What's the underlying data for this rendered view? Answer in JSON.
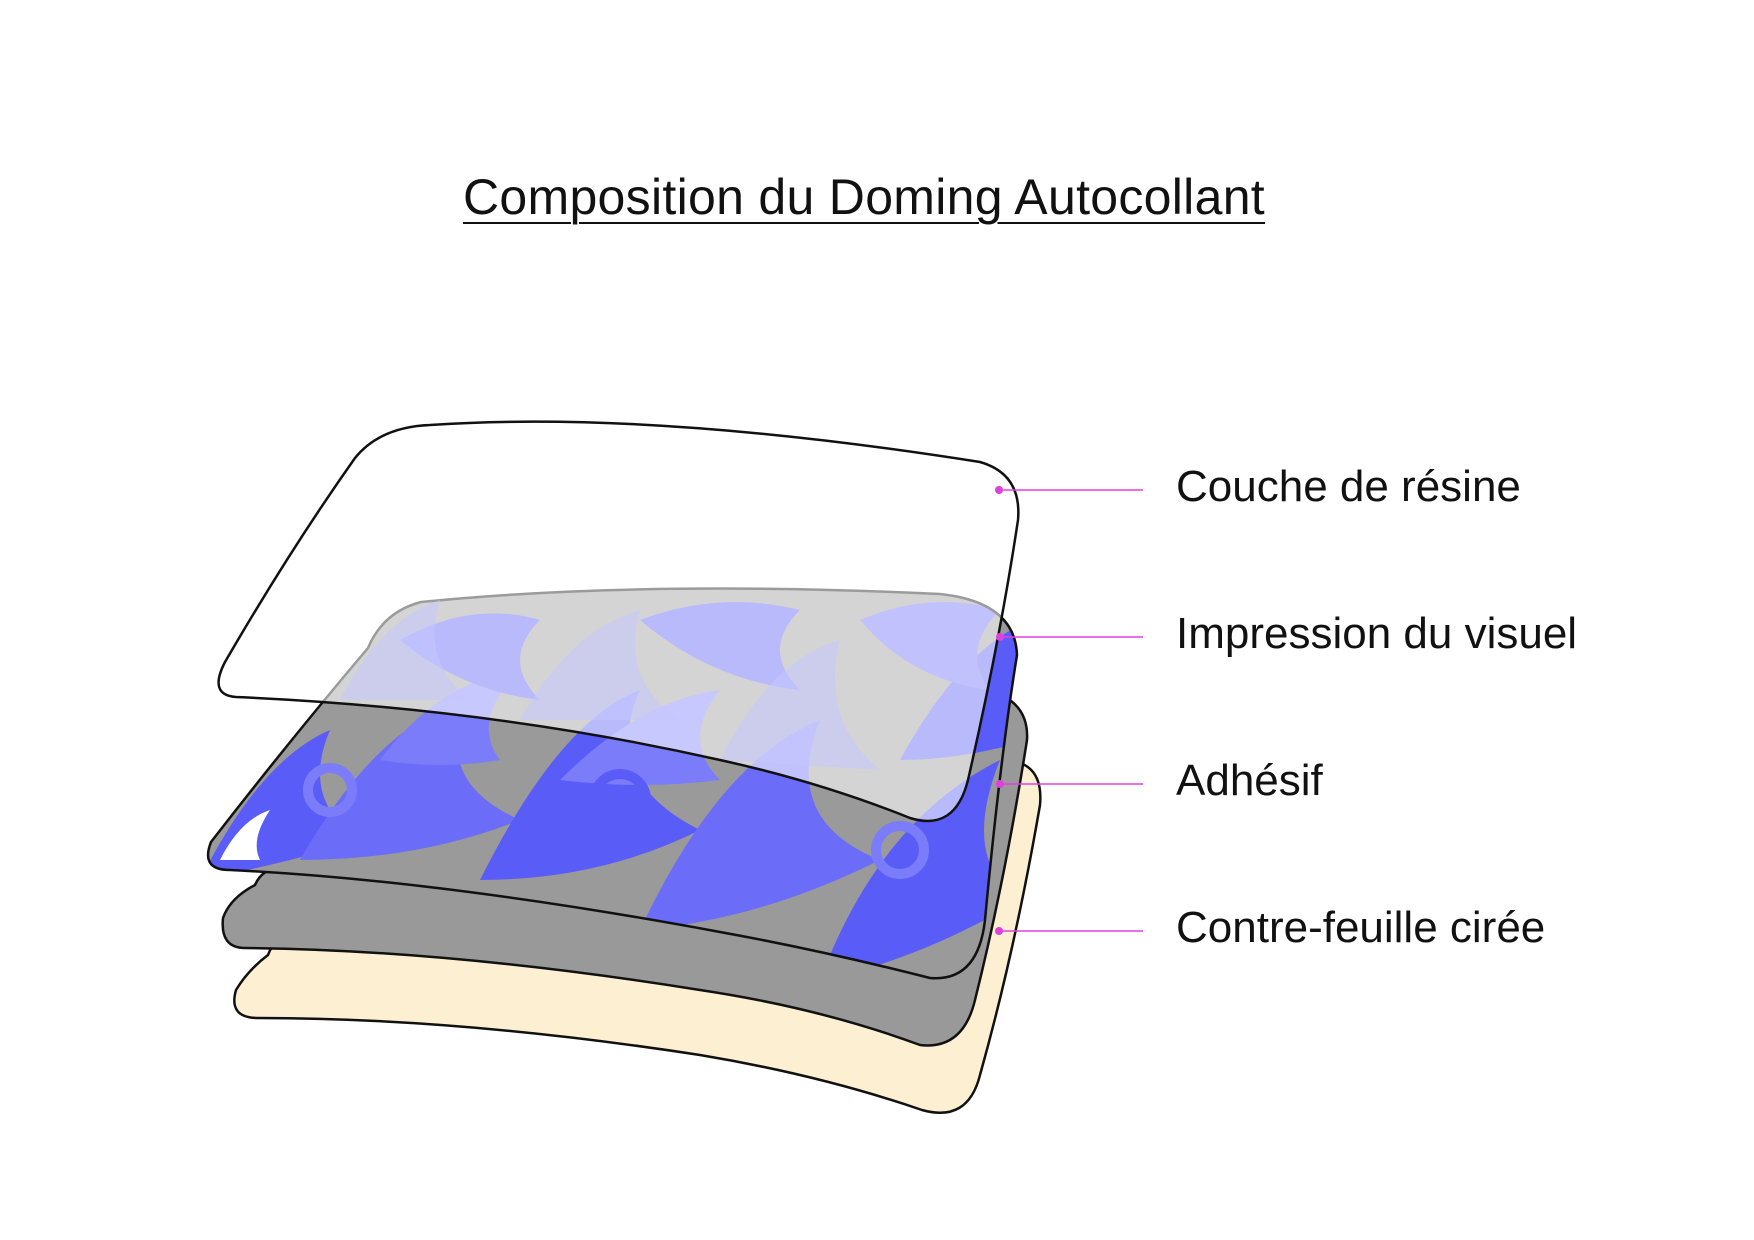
{
  "title": "Composition du Doming Autocollant",
  "colors": {
    "resin_fill": "#ffffff",
    "print_blue": "#5a5cf8",
    "print_light_blue": "#c5c6ff",
    "print_gray": "#9a9a9a",
    "adhesive_gray": "#999999",
    "backing_cream": "#fdf0d2",
    "leader_line": "#e040e0",
    "outline": "#111111"
  },
  "layers": [
    {
      "id": "resin",
      "label": "Couche de résine"
    },
    {
      "id": "print",
      "label": "Impression du visuel"
    },
    {
      "id": "adhesive",
      "label": "Adhésif"
    },
    {
      "id": "backing",
      "label": "Contre-feuille cirée"
    }
  ]
}
